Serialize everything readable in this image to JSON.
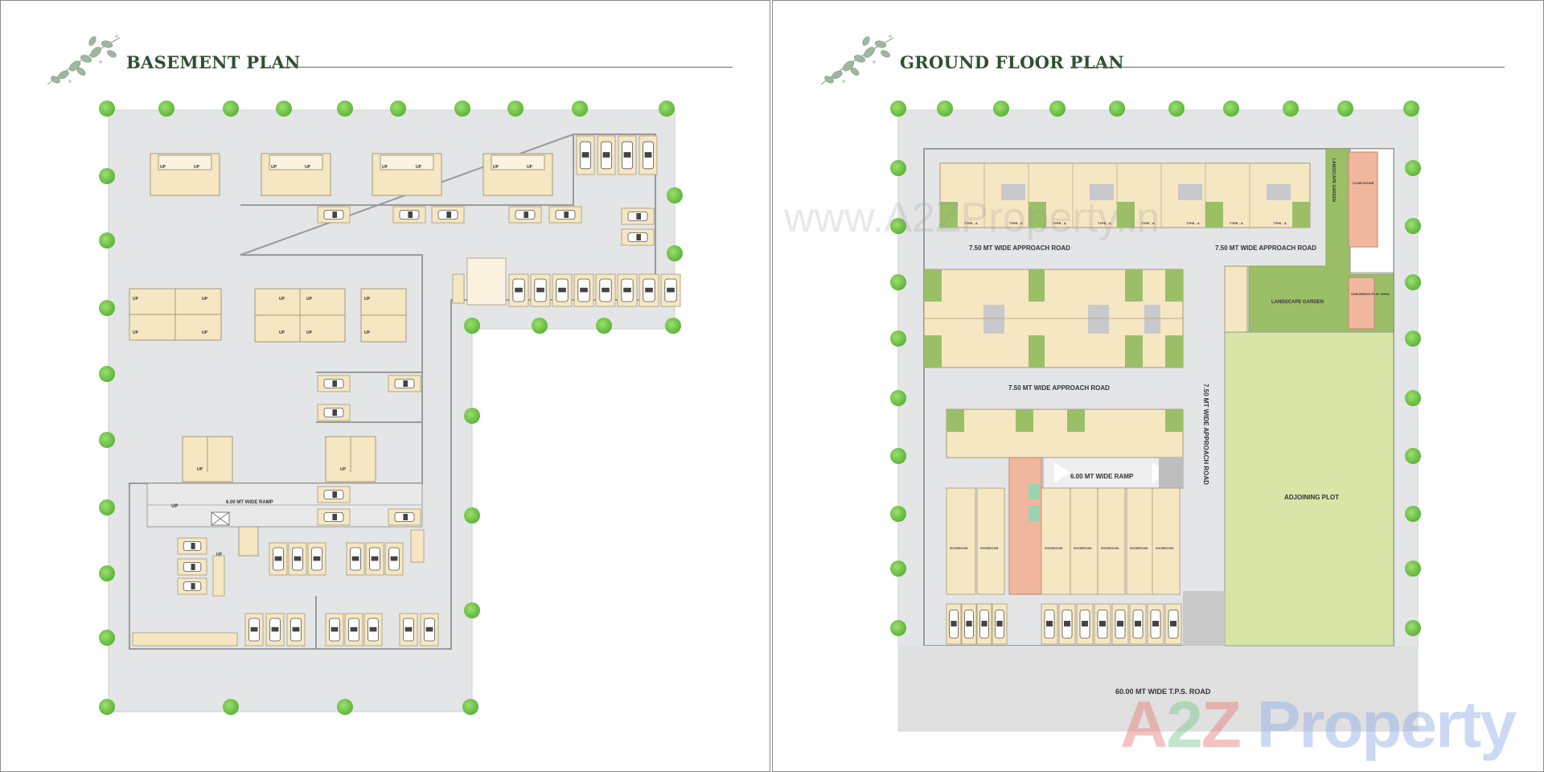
{
  "left_page": {
    "title": "BASEMENT PLAN",
    "labels": {
      "up": "UP",
      "ramp": "6.00 MT WIDE RAMP"
    }
  },
  "right_page": {
    "title": "GROUND FLOOR PLAN",
    "labels": {
      "approach_road_1": "7.50 MT WIDE APPROACH ROAD",
      "approach_road_2": "7.50 MT WIDE APPROACH ROAD",
      "approach_road_3": "7.50 MT WIDE APPROACH ROAD",
      "approach_road_vertical": "7.50 MT WIDE APPROACH ROAD",
      "landscape_garden_vertical": "LANDSCAPE GARDEN",
      "landscape_garden": "LANDSCAPE GARDEN",
      "club_house": "CLUB HOUSE",
      "childrens_play_area": "CHILDREN'S PLAY AREA",
      "ramp": "6.00 MT WIDE RAMP",
      "adjoining_plot": "ADJOINING PLOT",
      "tps_road": "60.00 MT WIDE T.P.S. ROAD",
      "showroom": "SHOWROOM",
      "type_a": "TYPE - A"
    }
  },
  "watermarks": {
    "url": "www.A2ZProperty.in",
    "logo_a": "A",
    "logo_2": "2",
    "logo_z": "Z",
    "logo_rest": "Property"
  },
  "colors": {
    "title_green": "#2f4f32",
    "tree_green": "#6cc04a",
    "site_grey": "#e4e5e6",
    "unit_cream": "#f6e7c3",
    "lawn_green": "#9bbf67",
    "adjoining_plot": "#d7e6a6",
    "wall_grey": "#9a9a9a",
    "road_grey": "#e0e0e0"
  }
}
